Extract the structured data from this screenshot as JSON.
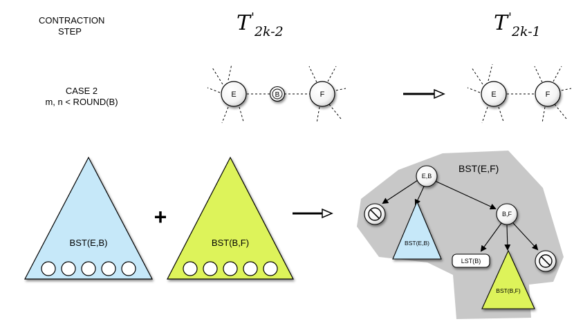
{
  "header": {
    "step_line1": "CONTRACTION",
    "step_line2": "STEP",
    "t_left": {
      "symbol": "T",
      "prime": "'",
      "subscript": "2k-2"
    },
    "t_right": {
      "symbol": "T",
      "prime": "'",
      "subscript": "2k-1"
    }
  },
  "case": {
    "line1": "CASE 2",
    "line2": "m, n < ROUND(B)"
  },
  "nodes": {
    "e": "E",
    "b": "B",
    "f": "F"
  },
  "trees": {
    "left": "BST(E,B)",
    "right": "BST(B,F)",
    "plus": "+"
  },
  "result": {
    "title": "BST(E,F)",
    "root": "E,B",
    "child": "B,F",
    "sub_left": "BST(E,B)",
    "sub_right": "BST(B,F)",
    "list": "LST(B)"
  },
  "colors": {
    "bst_left_fill": "#c6e8f9",
    "bst_right_fill": "#ddf35a",
    "shaded_region": "#c8c8c8"
  }
}
